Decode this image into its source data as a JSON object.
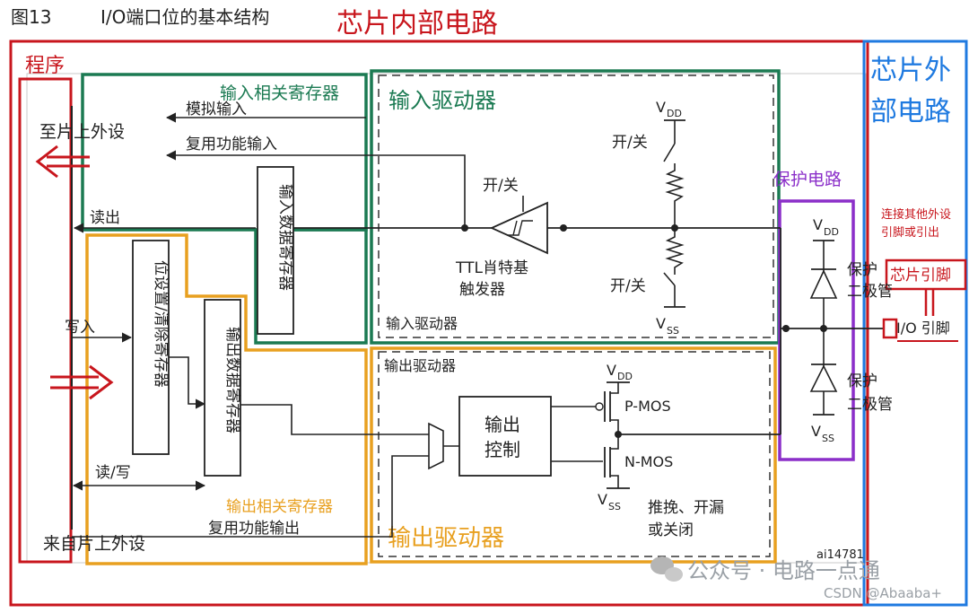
{
  "header": {
    "figure_no": "图13",
    "figure_title": "I/O端口位的基本结构",
    "big_title": "芯片内部电路"
  },
  "regions": {
    "program": "程序",
    "external": "芯片外部电路",
    "input_regs": "输入相关寄存器",
    "input_driver": "输入驱动器",
    "protection": "保护电路",
    "output_regs": "输出相关寄存器",
    "output_driver": "输出驱动器"
  },
  "labels": {
    "to_peripheral": "至片上外设",
    "analog_input": "模拟输入",
    "alt_func_input": "复用功能输入",
    "read": "读出",
    "write": "写入",
    "read_write": "读/写",
    "from_peripheral": "来自片上外设",
    "alt_func_output": "复用功能输出",
    "input_data_reg": "输入数据寄存器",
    "bsrr": "位设置/清除寄存器",
    "output_data_reg": "输出数据寄存器",
    "on_off": "开/关",
    "schmitt": "TTL肖特基",
    "trigger": "触发器",
    "input_driver_small": "输入驱动器",
    "output_driver_small": "输出驱动器",
    "output_control_1": "输出",
    "output_control_2": "控制",
    "pmos": "P-MOS",
    "nmos": "N-MOS",
    "push_pull_1": "推挽、开漏",
    "push_pull_2": "或关闭",
    "vdd": "V",
    "vss": "V",
    "sub_dd": "DD",
    "sub_ss": "SS",
    "protect_diode_1": "保护",
    "protect_diode_2": "二极管",
    "connect_note_1": "连接其他外设",
    "connect_note_2": "引脚或引出",
    "chip_pin": "芯片引脚",
    "io_pin": "I/O 引脚",
    "fig_code": "ai14781"
  },
  "watermark": {
    "brand": "公众号 · 电路一点通",
    "csdn": "CSDN @Abaaba+"
  },
  "colors": {
    "red": "#c8161d",
    "blue": "#1f7ae0",
    "green": "#1b7a52",
    "orange": "#e8a020",
    "purple": "#8b2fc9",
    "line": "#222222"
  }
}
